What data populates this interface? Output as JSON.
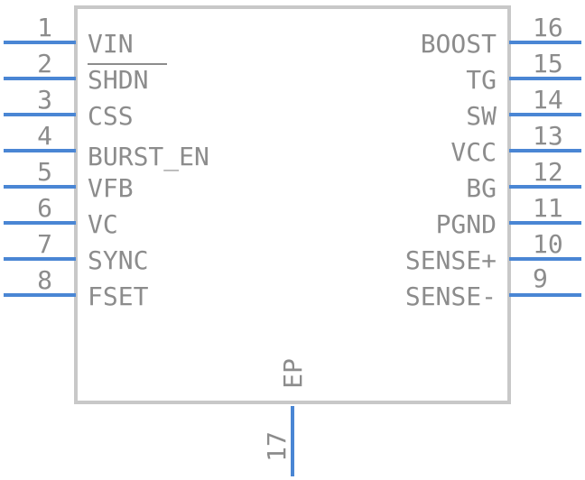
{
  "component": {
    "exposed_pad": {
      "label": "EP",
      "number": "17"
    },
    "left_pins": [
      {
        "number": "1",
        "name": "VIN"
      },
      {
        "number": "2",
        "name": "SHDN",
        "overbar": true
      },
      {
        "number": "3",
        "name": "CSS"
      },
      {
        "number": "4",
        "name": "BURST_EN"
      },
      {
        "number": "5",
        "name": "VFB"
      },
      {
        "number": "6",
        "name": "VC"
      },
      {
        "number": "7",
        "name": "SYNC"
      },
      {
        "number": "8",
        "name": "FSET"
      }
    ],
    "right_pins": [
      {
        "number": "16",
        "name": "BOOST"
      },
      {
        "number": "15",
        "name": "TG"
      },
      {
        "number": "14",
        "name": "SW"
      },
      {
        "number": "13",
        "name": "VCC"
      },
      {
        "number": "12",
        "name": "BG"
      },
      {
        "number": "11",
        "name": "PGND"
      },
      {
        "number": "10",
        "name": "SENSE+"
      },
      {
        "number": "9",
        "name": "SENSE-"
      }
    ]
  },
  "colors": {
    "body_outline": "#c8c8c8",
    "pin_line": "#4a86d4",
    "text": "#8c8c8c"
  }
}
